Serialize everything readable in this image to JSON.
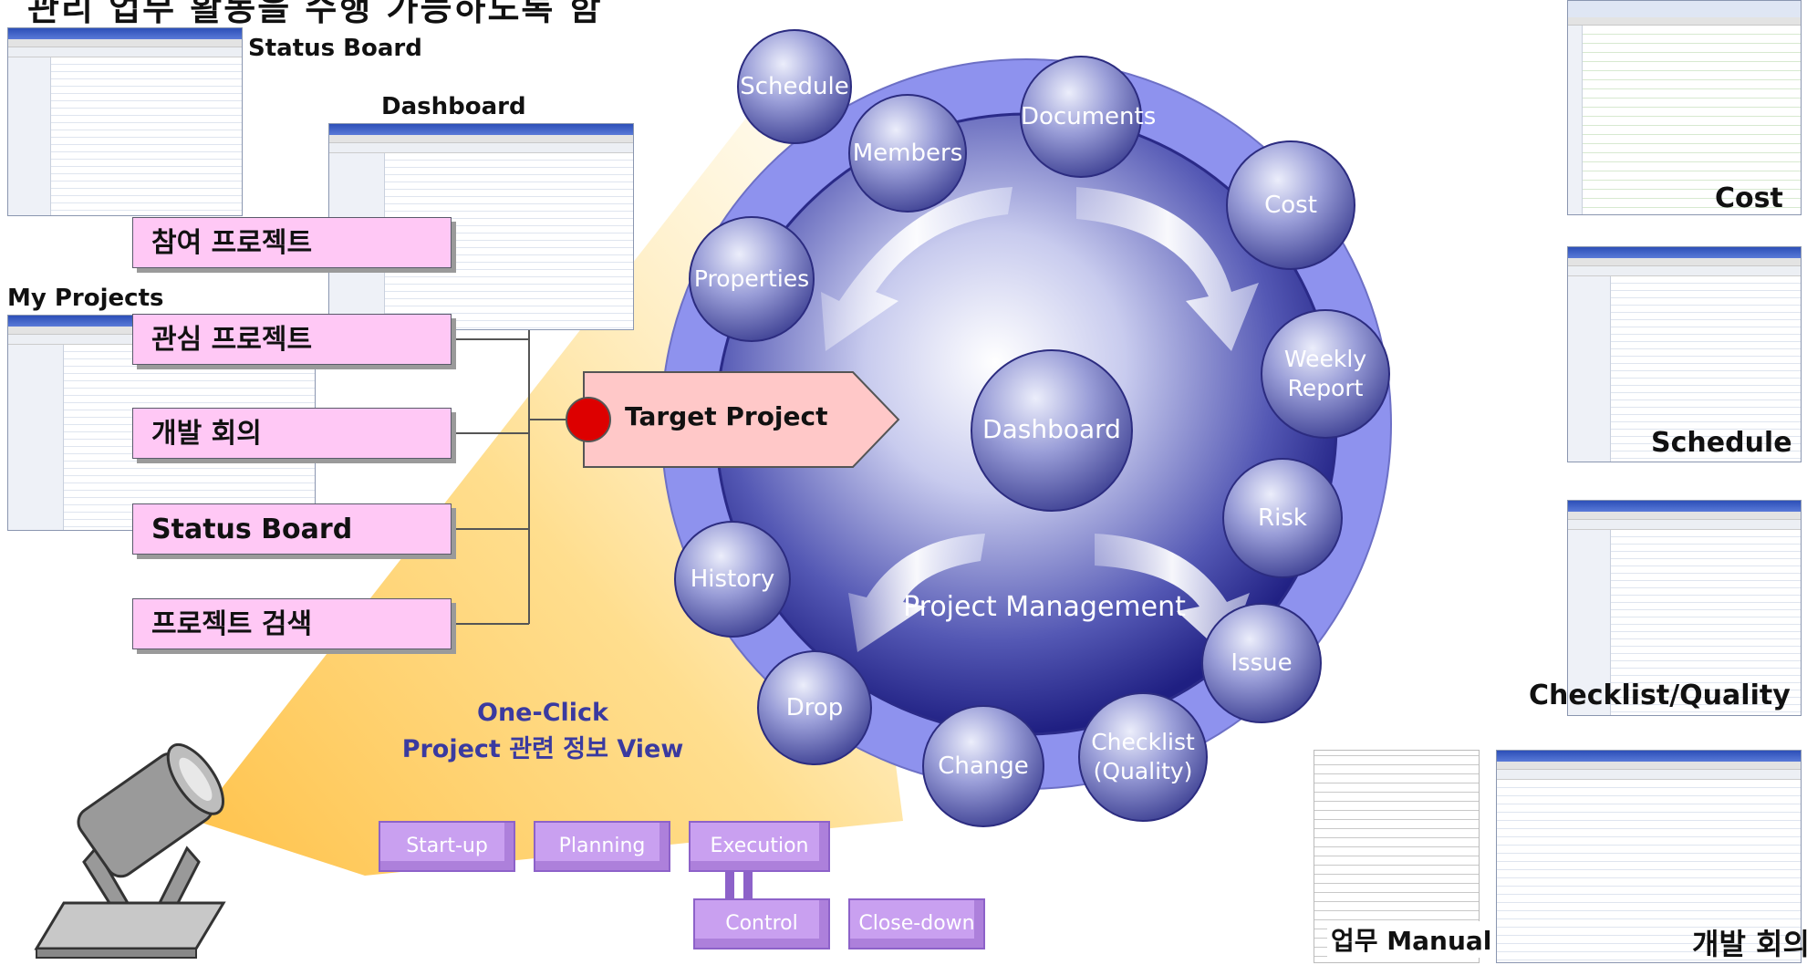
{
  "heading": "관리 업무 활동을 수행 가능하도록 함",
  "screenshots": {
    "status_board": "Status Board",
    "dashboard": "Dashboard",
    "my_projects": "My Projects",
    "cost": "Cost",
    "schedule": "Schedule",
    "checklist": "Checklist/Quality",
    "manual": "업무 Manual",
    "meeting": "개발 회의"
  },
  "nav_boxes": [
    "참여 프로젝트",
    "관심 프로젝트",
    "개발 회의",
    "Status Board",
    "프로젝트 검색"
  ],
  "target_project": "Target Project",
  "center": "Dashboard",
  "ring_label": "Project Management",
  "satellites": [
    "Schedule",
    "Documents",
    "Cost",
    "Weekly Report",
    "Risk",
    "Issue",
    "Checklist (Quality)",
    "Change",
    "Drop",
    "History",
    "Properties",
    "Members"
  ],
  "one_click": [
    "One-Click",
    "Project 관련 정보 View"
  ],
  "phases": [
    "Start-up",
    "Planning",
    "Execution",
    "Control",
    "Close-down"
  ],
  "colors": {
    "nav_box": "#ffc8f5",
    "target_box": "#ffc8c8",
    "target_dot": "#dd0000",
    "circle_fill": "#7a80c0",
    "big_circle": "#3a3a98",
    "outer_ring": "#8e92ee",
    "phase_box": "#c9a0f0",
    "spotlight": "#ffd87a",
    "one_click_text": "#3a3aa0"
  },
  "icons": [
    "spotlight-projector-icon",
    "curved-arrow-icon"
  ]
}
